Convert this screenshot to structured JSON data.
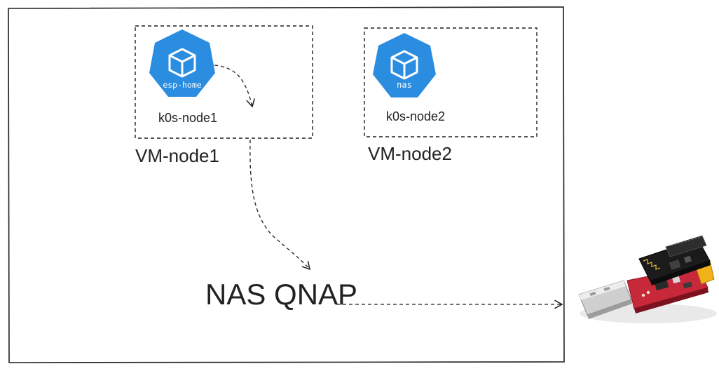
{
  "colors": {
    "frame": "#1e1e1e",
    "kube_blue": "#2b8de0",
    "pcb_red": "#c7283a",
    "module_black": "#1b1b1b",
    "usb_silver": "#d6d6d6",
    "yellow_block": "#f2b21a"
  },
  "nodes": [
    {
      "vm_label": "VM-node1",
      "k0s_label": "k0s-node1",
      "pod_label": "esp-home",
      "icon": "kubernetes-pod-icon"
    },
    {
      "vm_label": "VM-node2",
      "k0s_label": "k0s-node2",
      "pod_label": "nas",
      "icon": "kubernetes-pod-icon"
    }
  ],
  "nas": {
    "label": "NAS QNAP"
  },
  "device": {
    "icon": "esp8266-usb-adapter-icon"
  }
}
